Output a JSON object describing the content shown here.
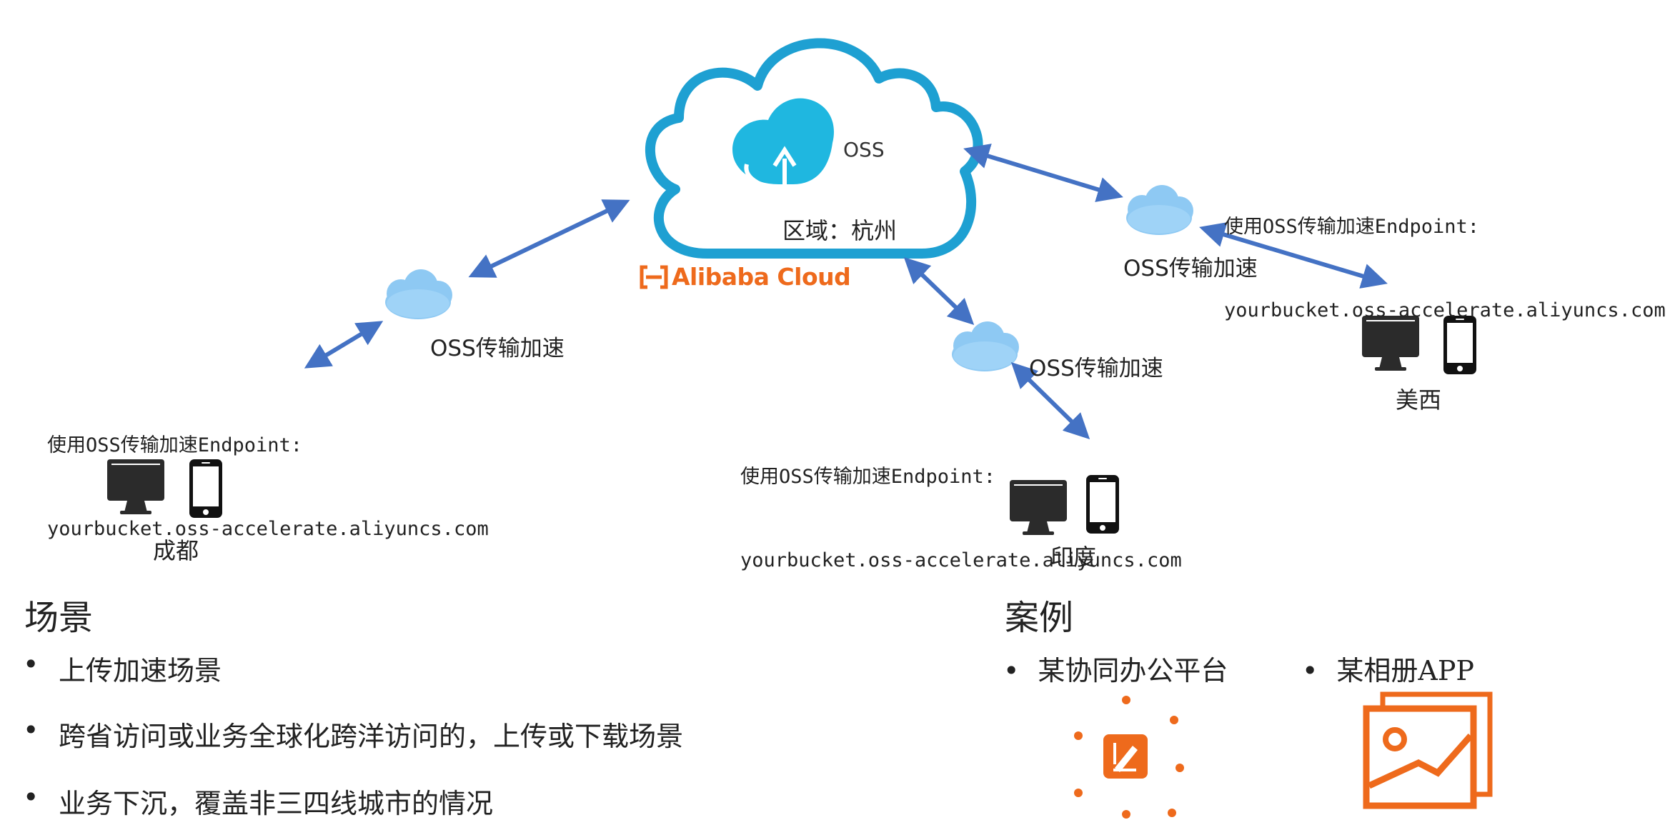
{
  "oss": {
    "label": "OSS",
    "region": "区域：杭州",
    "brand": "Alibaba Cloud"
  },
  "accel_label": "OSS传输加速",
  "endpoint": {
    "title": "使用OSS传输加速Endpoint:",
    "url": "yourbucket.oss-accelerate.aliyuncs.com"
  },
  "cities": {
    "chengdu": "成都",
    "india": "印度",
    "us_west": "美西"
  },
  "scenarios": {
    "title": "场景",
    "items": [
      "上传加速场景",
      "跨省访问或业务全球化跨洋访问的，上传或下载场景",
      "业务下沉，覆盖非三四线城市的情况"
    ]
  },
  "cases": {
    "title": "案例",
    "items": [
      "某协同办公平台",
      "某相册APP"
    ]
  },
  "colors": {
    "arrow": "#4472c4",
    "cloud_stroke": "#1ea0d2",
    "accel_cloud": "#8ec9f3",
    "accent": "#ee6a1c",
    "device": "#2b2b2b"
  }
}
